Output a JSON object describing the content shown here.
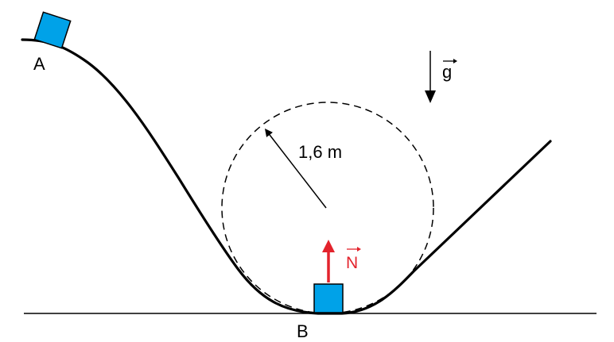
{
  "labels": {
    "point_a": "A",
    "point_b": "B",
    "radius": "1,6 m",
    "gravity_symbol": "g",
    "normal_symbol": "N"
  },
  "colors": {
    "block_fill": "#00a2e8",
    "normal_force": "#e3232c",
    "ink": "#000000"
  }
}
